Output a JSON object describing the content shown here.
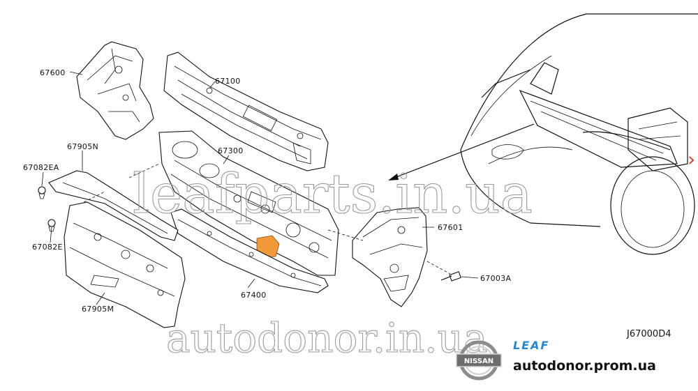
{
  "diagram": {
    "code": "J67000D4",
    "parts": [
      {
        "number": "67600"
      },
      {
        "number": "67100"
      },
      {
        "number": "67905N"
      },
      {
        "number": "67300"
      },
      {
        "number": "67082EA"
      },
      {
        "number": "67082E"
      },
      {
        "number": "67905M"
      },
      {
        "number": "67400"
      },
      {
        "number": "67601"
      },
      {
        "number": "67003A"
      }
    ]
  },
  "watermarks": {
    "top": "leafparts.in.ua",
    "bottom": "autodonor.in.ua"
  },
  "branding": {
    "nissan_badge": "NISSAN",
    "model": "LEAF",
    "model_color": "#1e88d6",
    "shop": "autodonor.prom.ua"
  },
  "nav": {
    "next_symbol": "›",
    "accent_color": "#e53935"
  }
}
